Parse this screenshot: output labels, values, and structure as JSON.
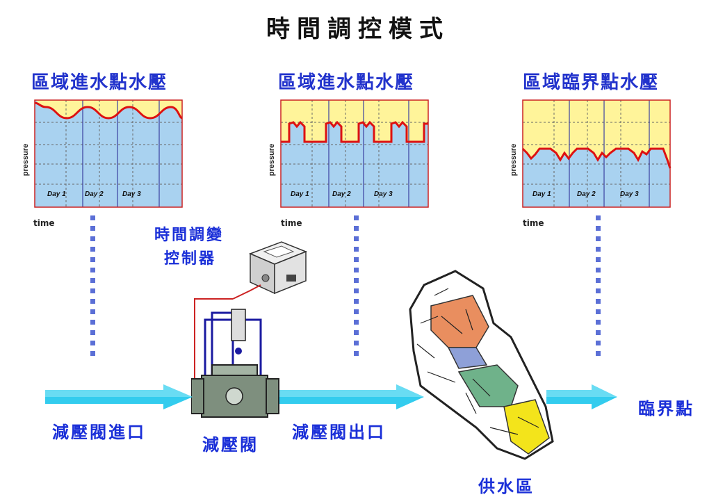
{
  "title": "時間調控模式",
  "charts": [
    {
      "title": "區域進水點水壓",
      "ylabel": "pressure",
      "xlabel": "time",
      "days": [
        "Day 1",
        "Day 2",
        "Day 3"
      ]
    },
    {
      "title": "區域進水點水壓",
      "ylabel": "pressure",
      "xlabel": "time",
      "days": [
        "Day 1",
        "Day 2",
        "Day 3"
      ]
    },
    {
      "title": "區域臨界點水壓",
      "ylabel": "pressure",
      "xlabel": "time",
      "days": [
        "Day 1",
        "Day 2",
        "Day 3"
      ]
    }
  ],
  "labels": {
    "controller_line1": "時間調變",
    "controller_line2": "控制器",
    "valve_inlet": "減壓閥進口",
    "valve": "減壓閥",
    "valve_outlet": "減壓閥出口",
    "supply_zone": "供水區",
    "critical_point": "臨界點"
  },
  "colors": {
    "chart_bg": "#a9d2f0",
    "chart_top": "#fff49a",
    "chart_line": "#dd1111",
    "arrow": "#33ccee",
    "label_blue": "#1a2fd8"
  }
}
